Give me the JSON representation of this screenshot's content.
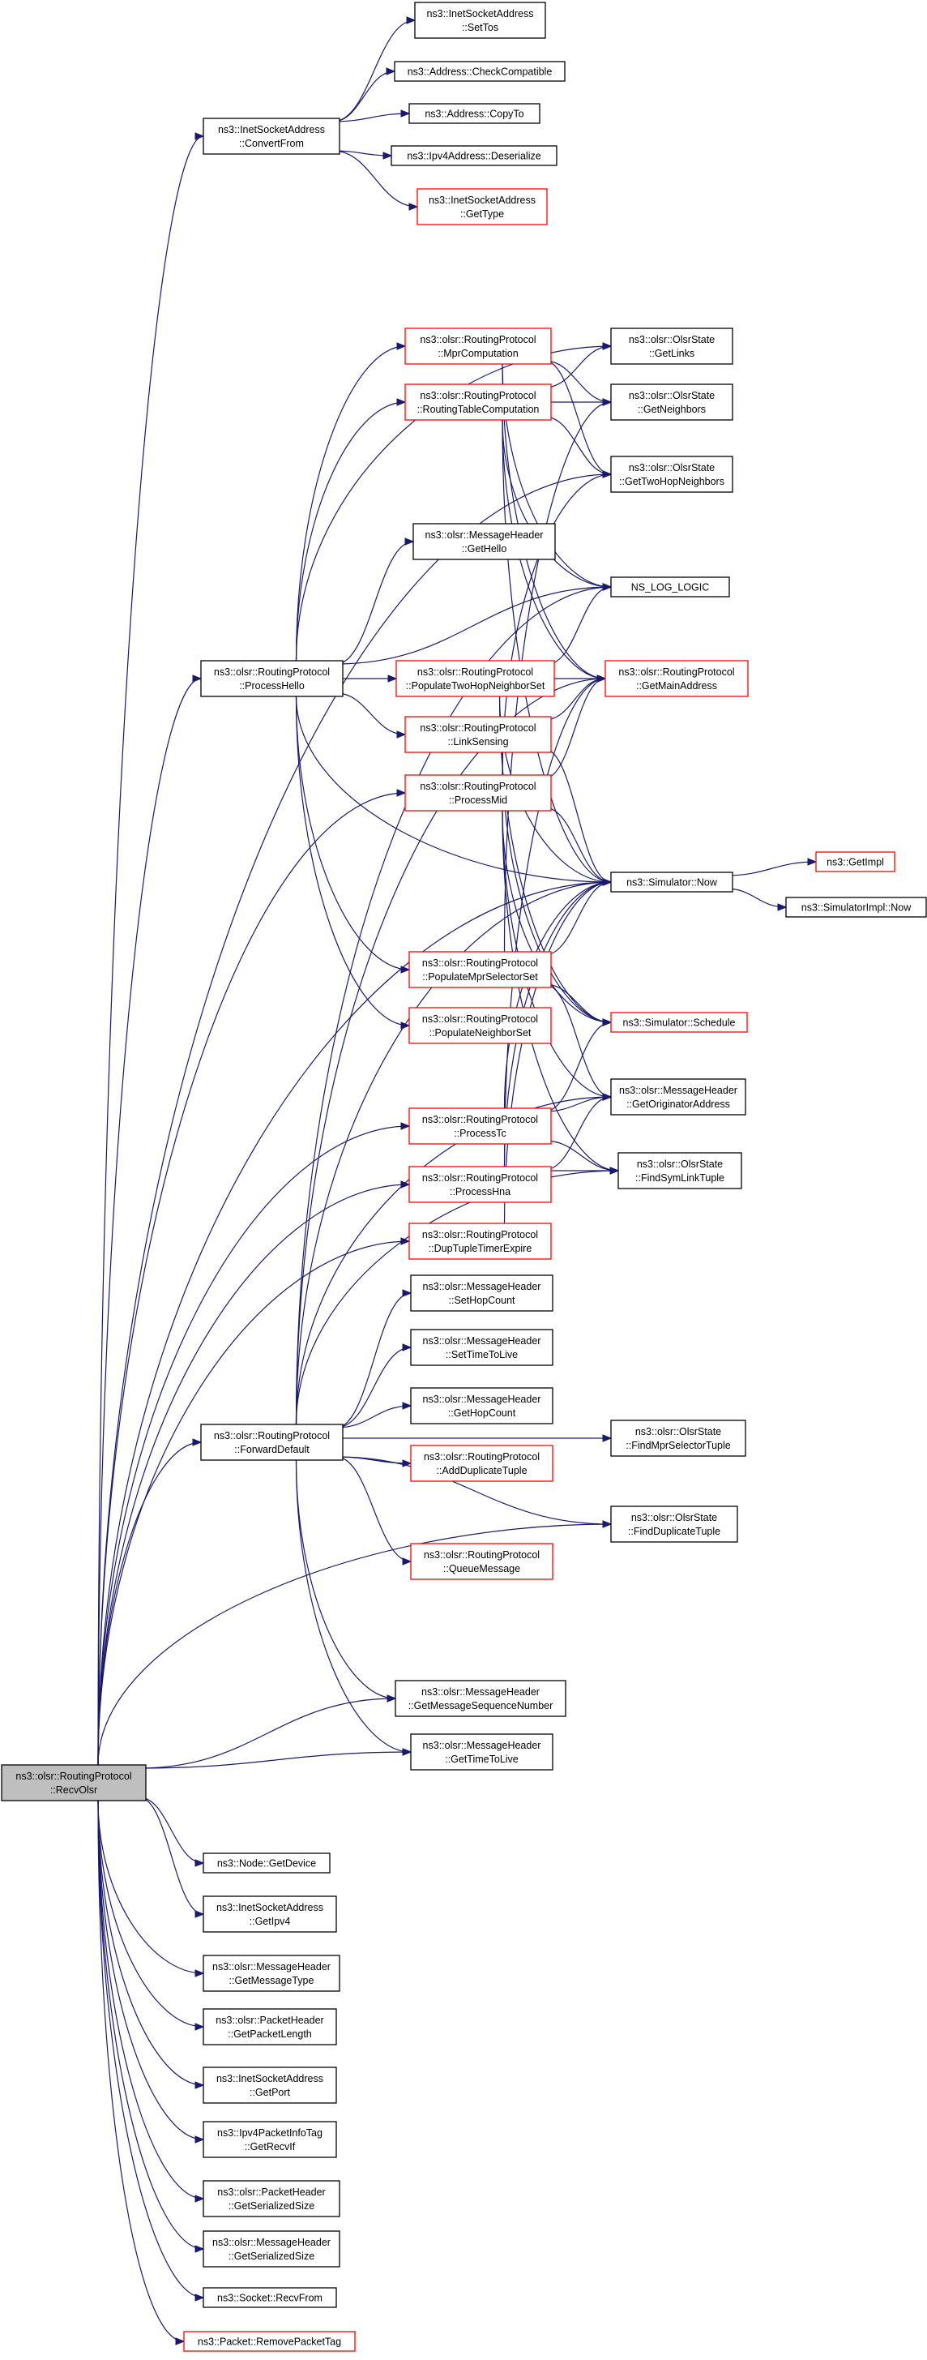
{
  "colors": {
    "edge": "#191970",
    "border_normal": "#000000",
    "border_truncated": "#ff0000",
    "root_fill": "#bfbfbf"
  },
  "nodes": {
    "recvolsr": {
      "lines": [
        "ns3::olsr::RoutingProtocol",
        "::RecvOlsr"
      ],
      "kind": "root"
    },
    "convertfrom": {
      "lines": [
        "ns3::InetSocketAddress",
        "::ConvertFrom"
      ],
      "kind": "normal"
    },
    "settos": {
      "lines": [
        "ns3::InetSocketAddress",
        "::SetTos"
      ],
      "kind": "normal"
    },
    "checkcompatible": {
      "lines": [
        "ns3::Address::CheckCompatible"
      ],
      "kind": "normal"
    },
    "copyto": {
      "lines": [
        "ns3::Address::CopyTo"
      ],
      "kind": "normal"
    },
    "deserialize": {
      "lines": [
        "ns3::Ipv4Address::Deserialize"
      ],
      "kind": "normal"
    },
    "gettype": {
      "lines": [
        "ns3::InetSocketAddress",
        "::GetType"
      ],
      "kind": "truncated"
    },
    "mprcomputation": {
      "lines": [
        "ns3::olsr::RoutingProtocol",
        "::MprComputation"
      ],
      "kind": "truncated"
    },
    "routingtable": {
      "lines": [
        "ns3::olsr::RoutingProtocol",
        "::RoutingTableComputation"
      ],
      "kind": "truncated"
    },
    "getlinks": {
      "lines": [
        "ns3::olsr::OlsrState",
        "::GetLinks"
      ],
      "kind": "normal"
    },
    "getneighbors": {
      "lines": [
        "ns3::olsr::OlsrState",
        "::GetNeighbors"
      ],
      "kind": "normal"
    },
    "gettwohop": {
      "lines": [
        "ns3::olsr::OlsrState",
        "::GetTwoHopNeighbors"
      ],
      "kind": "normal"
    },
    "gethello": {
      "lines": [
        "ns3::olsr::MessageHeader",
        "::GetHello"
      ],
      "kind": "normal"
    },
    "nslog": {
      "lines": [
        "NS_LOG_LOGIC"
      ],
      "kind": "normal"
    },
    "processhello": {
      "lines": [
        "ns3::olsr::RoutingProtocol",
        "::ProcessHello"
      ],
      "kind": "normal"
    },
    "populatetwohop": {
      "lines": [
        "ns3::olsr::RoutingProtocol",
        "::PopulateTwoHopNeighborSet"
      ],
      "kind": "truncated"
    },
    "getmainaddress": {
      "lines": [
        "ns3::olsr::RoutingProtocol",
        "::GetMainAddress"
      ],
      "kind": "truncated"
    },
    "linksensing": {
      "lines": [
        "ns3::olsr::RoutingProtocol",
        "::LinkSensing"
      ],
      "kind": "truncated"
    },
    "processmid": {
      "lines": [
        "ns3::olsr::RoutingProtocol",
        "::ProcessMid"
      ],
      "kind": "truncated"
    },
    "simnow": {
      "lines": [
        "ns3::Simulator::Now"
      ],
      "kind": "normal"
    },
    "getimpl": {
      "lines": [
        "ns3::GetImpl"
      ],
      "kind": "truncated"
    },
    "simimplnow": {
      "lines": [
        "ns3::SimulatorImpl::Now"
      ],
      "kind": "normal"
    },
    "populatempr": {
      "lines": [
        "ns3::olsr::RoutingProtocol",
        "::PopulateMprSelectorSet"
      ],
      "kind": "truncated"
    },
    "populateneighbor": {
      "lines": [
        "ns3::olsr::RoutingProtocol",
        "::PopulateNeighborSet"
      ],
      "kind": "truncated"
    },
    "schedule": {
      "lines": [
        "ns3::Simulator::Schedule"
      ],
      "kind": "truncated"
    },
    "processtc": {
      "lines": [
        "ns3::olsr::RoutingProtocol",
        "::ProcessTc"
      ],
      "kind": "truncated"
    },
    "getoriginator": {
      "lines": [
        "ns3::olsr::MessageHeader",
        "::GetOriginatorAddress"
      ],
      "kind": "normal"
    },
    "processhna": {
      "lines": [
        "ns3::olsr::RoutingProtocol",
        "::ProcessHna"
      ],
      "kind": "truncated"
    },
    "findsymlink": {
      "lines": [
        "ns3::olsr::OlsrState",
        "::FindSymLinkTuple"
      ],
      "kind": "normal"
    },
    "duptuple": {
      "lines": [
        "ns3::olsr::RoutingProtocol",
        "::DupTupleTimerExpire"
      ],
      "kind": "truncated"
    },
    "sethopcount": {
      "lines": [
        "ns3::olsr::MessageHeader",
        "::SetHopCount"
      ],
      "kind": "normal"
    },
    "settimetolive": {
      "lines": [
        "ns3::olsr::MessageHeader",
        "::SetTimeToLive"
      ],
      "kind": "normal"
    },
    "gethopcount": {
      "lines": [
        "ns3::olsr::MessageHeader",
        "::GetHopCount"
      ],
      "kind": "normal"
    },
    "forwarddefault": {
      "lines": [
        "ns3::olsr::RoutingProtocol",
        "::ForwardDefault"
      ],
      "kind": "normal"
    },
    "addduplicate": {
      "lines": [
        "ns3::olsr::RoutingProtocol",
        "::AddDuplicateTuple"
      ],
      "kind": "truncated"
    },
    "findmprselector": {
      "lines": [
        "ns3::olsr::OlsrState",
        "::FindMprSelectorTuple"
      ],
      "kind": "normal"
    },
    "queuemessage": {
      "lines": [
        "ns3::olsr::RoutingProtocol",
        "::QueueMessage"
      ],
      "kind": "truncated"
    },
    "findduplicate": {
      "lines": [
        "ns3::olsr::OlsrState",
        "::FindDuplicateTuple"
      ],
      "kind": "normal"
    },
    "getseqnum": {
      "lines": [
        "ns3::olsr::MessageHeader",
        "::GetMessageSequenceNumber"
      ],
      "kind": "normal"
    },
    "gettimetolive": {
      "lines": [
        "ns3::olsr::MessageHeader",
        "::GetTimeToLive"
      ],
      "kind": "normal"
    },
    "getdevice": {
      "lines": [
        "ns3::Node::GetDevice"
      ],
      "kind": "normal"
    },
    "getipv4": {
      "lines": [
        "ns3::InetSocketAddress",
        "::GetIpv4"
      ],
      "kind": "normal"
    },
    "getmessagetype": {
      "lines": [
        "ns3::olsr::MessageHeader",
        "::GetMessageType"
      ],
      "kind": "normal"
    },
    "getpacketlength": {
      "lines": [
        "ns3::olsr::PacketHeader",
        "::GetPacketLength"
      ],
      "kind": "normal"
    },
    "getport": {
      "lines": [
        "ns3::InetSocketAddress",
        "::GetPort"
      ],
      "kind": "normal"
    },
    "getrecvif": {
      "lines": [
        "ns3::Ipv4PacketInfoTag",
        "::GetRecvIf"
      ],
      "kind": "normal"
    },
    "pktserialized": {
      "lines": [
        "ns3::olsr::PacketHeader",
        "::GetSerializedSize"
      ],
      "kind": "normal"
    },
    "msgserialized": {
      "lines": [
        "ns3::olsr::MessageHeader",
        "::GetSerializedSize"
      ],
      "kind": "normal"
    },
    "recvfrom": {
      "lines": [
        "ns3::Socket::RecvFrom"
      ],
      "kind": "normal"
    },
    "removepackettag": {
      "lines": [
        "ns3::Packet::RemovePacketTag"
      ],
      "kind": "truncated"
    }
  },
  "edges": [
    [
      "recvolsr",
      "convertfrom"
    ],
    [
      "recvolsr",
      "processhello"
    ],
    [
      "recvolsr",
      "processmid"
    ],
    [
      "recvolsr",
      "processtc"
    ],
    [
      "recvolsr",
      "processhna"
    ],
    [
      "recvolsr",
      "forwarddefault"
    ],
    [
      "recvolsr",
      "simnow"
    ],
    [
      "recvolsr",
      "gettwohop"
    ],
    [
      "recvolsr",
      "getseqnum"
    ],
    [
      "recvolsr",
      "gettimetolive"
    ],
    [
      "recvolsr",
      "findduplicate"
    ],
    [
      "recvolsr",
      "duptuple"
    ],
    [
      "recvolsr",
      "getdevice"
    ],
    [
      "recvolsr",
      "getipv4"
    ],
    [
      "recvolsr",
      "getmessagetype"
    ],
    [
      "recvolsr",
      "getpacketlength"
    ],
    [
      "recvolsr",
      "getport"
    ],
    [
      "recvolsr",
      "getrecvif"
    ],
    [
      "recvolsr",
      "pktserialized"
    ],
    [
      "recvolsr",
      "msgserialized"
    ],
    [
      "recvolsr",
      "recvfrom"
    ],
    [
      "recvolsr",
      "removepackettag"
    ],
    [
      "convertfrom",
      "settos"
    ],
    [
      "convertfrom",
      "checkcompatible"
    ],
    [
      "convertfrom",
      "copyto"
    ],
    [
      "convertfrom",
      "deserialize"
    ],
    [
      "convertfrom",
      "gettype"
    ],
    [
      "processhello",
      "mprcomputation"
    ],
    [
      "processhello",
      "routingtable"
    ],
    [
      "processhello",
      "getlinks"
    ],
    [
      "processhello",
      "gethello"
    ],
    [
      "processhello",
      "nslog"
    ],
    [
      "processhello",
      "populatetwohop"
    ],
    [
      "processhello",
      "linksensing"
    ],
    [
      "processhello",
      "populatempr"
    ],
    [
      "processhello",
      "populateneighbor"
    ],
    [
      "processhello",
      "simnow"
    ],
    [
      "mprcomputation",
      "getneighbors"
    ],
    [
      "mprcomputation",
      "gettwohop"
    ],
    [
      "mprcomputation",
      "nslog"
    ],
    [
      "mprcomputation",
      "getmainaddress"
    ],
    [
      "routingtable",
      "getlinks"
    ],
    [
      "routingtable",
      "getneighbors"
    ],
    [
      "routingtable",
      "gettwohop"
    ],
    [
      "routingtable",
      "nslog"
    ],
    [
      "routingtable",
      "getmainaddress"
    ],
    [
      "routingtable",
      "simnow"
    ],
    [
      "populatetwohop",
      "nslog"
    ],
    [
      "populatetwohop",
      "getmainaddress"
    ],
    [
      "populatetwohop",
      "simnow"
    ],
    [
      "populatetwohop",
      "schedule"
    ],
    [
      "linksensing",
      "getmainaddress"
    ],
    [
      "linksensing",
      "simnow"
    ],
    [
      "linksensing",
      "schedule"
    ],
    [
      "processmid",
      "getmainaddress"
    ],
    [
      "processmid",
      "simnow"
    ],
    [
      "processmid",
      "getoriginator"
    ],
    [
      "processmid",
      "findsymlink"
    ],
    [
      "processmid",
      "gettwohop"
    ],
    [
      "processmid",
      "schedule"
    ],
    [
      "simnow",
      "getimpl"
    ],
    [
      "simnow",
      "simimplnow"
    ],
    [
      "populatempr",
      "simnow"
    ],
    [
      "populatempr",
      "getoriginator"
    ],
    [
      "populatempr",
      "schedule"
    ],
    [
      "populatempr",
      "getneighbors"
    ],
    [
      "processtc",
      "getoriginator"
    ],
    [
      "processtc",
      "findsymlink"
    ],
    [
      "processtc",
      "simnow"
    ],
    [
      "processtc",
      "schedule"
    ],
    [
      "processhna",
      "getoriginator"
    ],
    [
      "processhna",
      "findsymlink"
    ],
    [
      "processhna",
      "simnow"
    ],
    [
      "processhna",
      "getmainaddress"
    ],
    [
      "duptuple",
      "simnow"
    ],
    [
      "forwarddefault",
      "nslog"
    ],
    [
      "forwarddefault",
      "getmainaddress"
    ],
    [
      "forwarddefault",
      "simnow"
    ],
    [
      "forwarddefault",
      "getoriginator"
    ],
    [
      "forwarddefault",
      "findsymlink"
    ],
    [
      "forwarddefault",
      "findmprselector"
    ],
    [
      "forwarddefault",
      "sethopcount"
    ],
    [
      "forwarddefault",
      "settimetolive"
    ],
    [
      "forwarddefault",
      "gethopcount"
    ],
    [
      "forwarddefault",
      "addduplicate"
    ],
    [
      "forwarddefault",
      "queuemessage"
    ],
    [
      "forwarddefault",
      "getseqnum"
    ],
    [
      "forwarddefault",
      "gettimetolive"
    ],
    [
      "forwarddefault",
      "findduplicate"
    ]
  ]
}
